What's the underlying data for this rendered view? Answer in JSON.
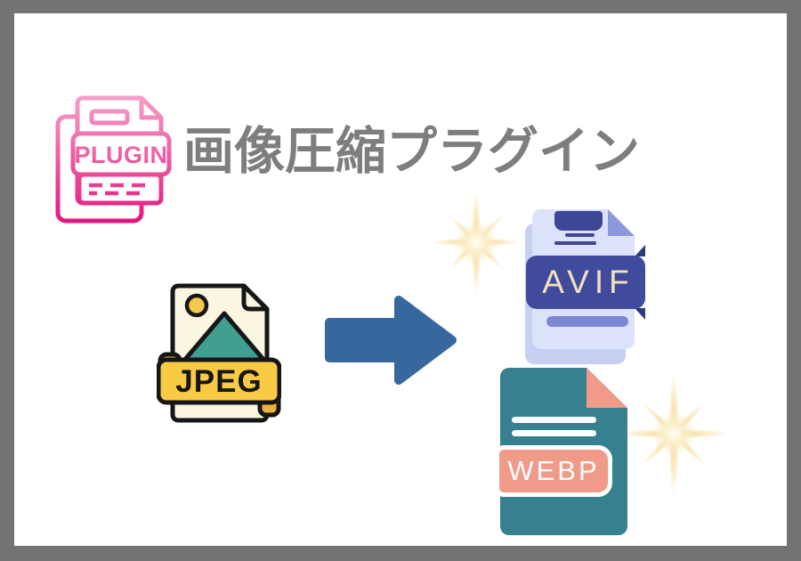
{
  "banner": {
    "title": "画像圧縮プラグイン",
    "plugin_icon_label": "PLUGIN",
    "source_format": "JPEG",
    "target_formats": [
      "AVIF",
      "WEBP"
    ]
  },
  "colors": {
    "frame_border": "#747373",
    "card_background": "#ffffff",
    "title_gray": "#7e7e7e",
    "plugin_pink_top": "#f6a5cb",
    "plugin_pink_bottom": "#e31279",
    "arrow_blue": "#36689d",
    "jpeg_paper_cream": "#fbf6e2",
    "jpeg_banner_yellow": "#f8ca45",
    "jpeg_mountain_teal": "#3f9f90",
    "avif_sheet_lavender": "#dce2fa",
    "avif_banner_indigo": "#414b9e",
    "avif_text_cream": "#f1e2bd",
    "webp_body_teal": "#37808f",
    "webp_banner_salmon": "#f09a89",
    "sparkle_gold": "#f6d68a"
  }
}
